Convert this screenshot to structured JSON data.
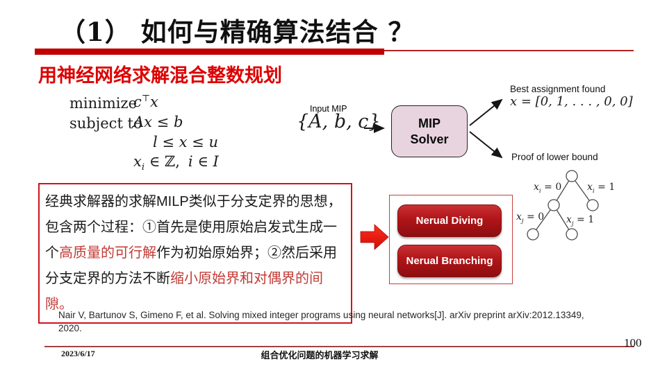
{
  "slide": {
    "title": "（1） 如何与精确算法结合 ？",
    "subtitle": "用神经网络求解混合整数规划",
    "page_number": "100",
    "footer": {
      "date": "2023/6/17",
      "course": "组合优化问题的机器学习求解"
    }
  },
  "formula": {
    "row1_label": "minimize",
    "row1_base": "c",
    "row1_sup": "⊤",
    "row1_tail": "x",
    "row2_label": "subject to",
    "row2_expr": "Ax ≤ b",
    "row3_expr": "l ≤ x ≤ u",
    "row4_base": "x",
    "row4_sub": "i",
    "row4_mid": " ∈ ℤ,",
    "row4_tail_var": "i",
    "row4_tail_mid": " ∈ ",
    "row4_tail_set": "I"
  },
  "diagram": {
    "input_label": "Input MIP",
    "input_expr": "{A, b, c}",
    "solver_box": "MIP\nSolver",
    "output_top_label": "Best assignment found",
    "output_top_expr": "x = [0, 1, . . . , 0, 0]",
    "output_bottom_label": "Proof of lower bound",
    "tree_labels": [
      {
        "v": "x",
        "s": "i",
        "r": " = 0"
      },
      {
        "v": "x",
        "s": "i",
        "r": " = 1"
      },
      {
        "v": "x",
        "s": "j",
        "r": " = 0"
      },
      {
        "v": "x",
        "s": "j",
        "r": " = 1"
      }
    ]
  },
  "explanation": {
    "seg1": "经典求解器的求解MILP类似于分支定界的思想，包含两个过程：①首先是使用原始启发式生成一个",
    "seg2_red": "高质量的可行解",
    "seg3": "作为初始原始界；②然后采用分支定界的方法不断",
    "seg4_red": "缩小原始界和对偶界的间隙。"
  },
  "methods": {
    "diving": "Nerual Diving",
    "branching": "Nerual Branching"
  },
  "citation": "Nair V, Bartunov S, Gimeno F, et al. Solving mixed integer programs using neural networks[J]. arXiv preprint arXiv:2012.13349, 2020.",
  "colors": {
    "accent_red": "#c00000",
    "subtitle_red": "#dd0000",
    "highlight_red": "#c23a35",
    "button_dark_red": "#a41315",
    "solver_pink": "#e8d4df"
  }
}
